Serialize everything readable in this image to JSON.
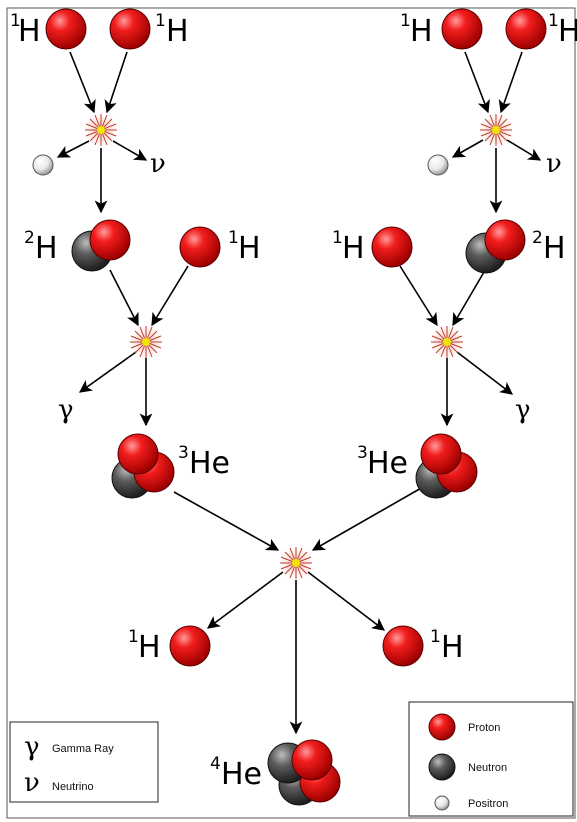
{
  "labels": {
    "h1_top_left_a": {
      "sup": "1",
      "main": "H"
    },
    "h1_top_left_b": {
      "sup": "1",
      "main": "H"
    },
    "h1_top_right_a": {
      "sup": "1",
      "main": "H"
    },
    "h1_top_right_b": {
      "sup": "1",
      "main": "H"
    },
    "neutrino_left": "ν",
    "neutrino_right": "ν",
    "h2_left": {
      "sup": "2",
      "main": "H"
    },
    "h1_mid_left": {
      "sup": "1",
      "main": "H"
    },
    "h1_mid_right": {
      "sup": "1",
      "main": "H"
    },
    "h2_right": {
      "sup": "2",
      "main": "H"
    },
    "gamma_left": "γ",
    "gamma_right": "γ",
    "he3_left": {
      "sup": "3",
      "main": "He"
    },
    "he3_right": {
      "sup": "3",
      "main": "He"
    },
    "h1_out_left": {
      "sup": "1",
      "main": "H"
    },
    "h1_out_right": {
      "sup": "1",
      "main": "H"
    },
    "he4": {
      "sup": "4",
      "main": "He"
    }
  },
  "legend_left": {
    "gamma_symbol": "γ",
    "gamma_label": "Gamma Ray",
    "neutrino_symbol": "ν",
    "neutrino_label": "Neutrino"
  },
  "legend_right": {
    "proton_label": "Proton",
    "neutron_label": "Neutron",
    "positron_label": "Positron"
  },
  "colors": {
    "proton": "#e31b1b",
    "neutron": "#555555",
    "positron": "#eeeeee",
    "arrow": "#000000"
  }
}
